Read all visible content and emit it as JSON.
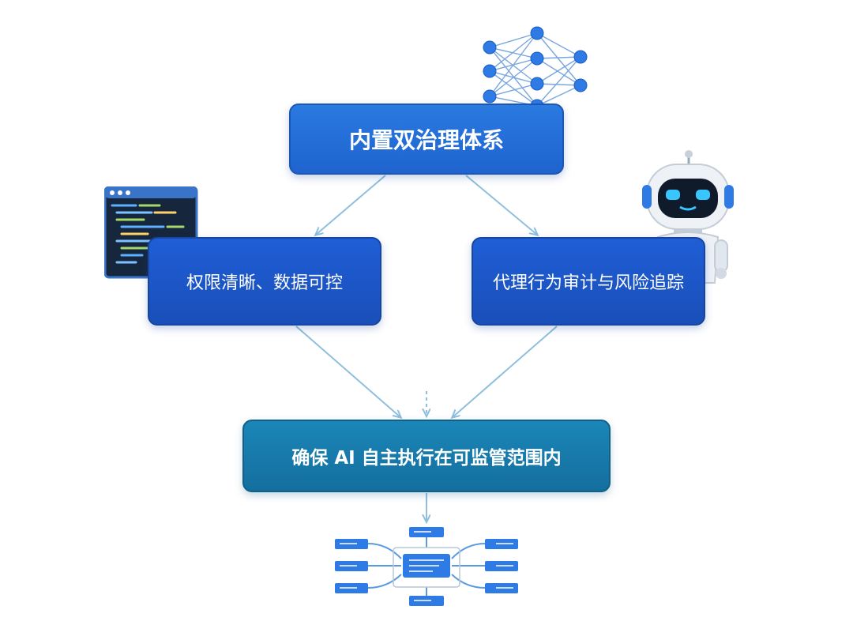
{
  "diagram": {
    "top_node": {
      "label": "内置双治理体系"
    },
    "left_node": {
      "label": "权限清晰、数据可控"
    },
    "right_node": {
      "label": "代理行为审计与风险追踪"
    },
    "bottom_node": {
      "label": "确保 AI 自主执行在可监管范围内"
    },
    "icons": [
      "neural-network-icon",
      "code-window-icon",
      "robot-icon",
      "workflow-network-icon"
    ],
    "colors": {
      "primary_blue": "#1f63cf",
      "deep_blue": "#1a4fb9",
      "teal_blue": "#146f9e",
      "arrow": "#8fbfdc"
    }
  }
}
